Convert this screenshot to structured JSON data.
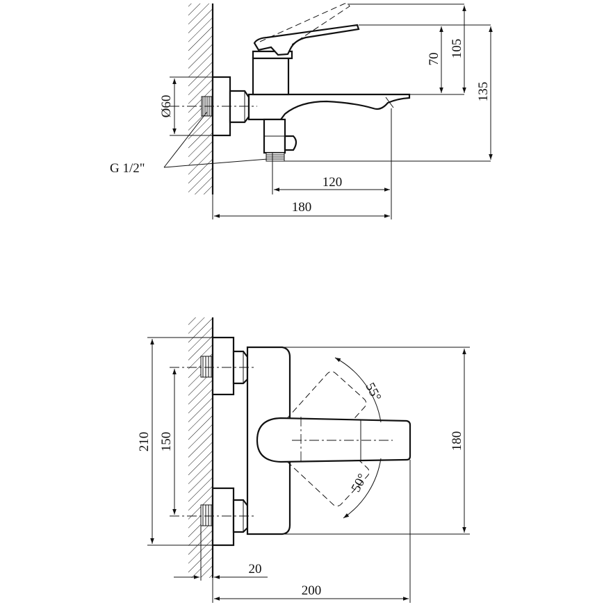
{
  "side_view": {
    "diameter_label": "Ø60",
    "thread_label": "G 1/2\"",
    "dim_height_70": "70",
    "dim_height_105": "105",
    "dim_height_135": "135",
    "dim_length_120": "120",
    "dim_length_180": "180"
  },
  "top_view": {
    "dim_width_210": "210",
    "dim_width_150": "150",
    "dim_width_180": "180",
    "dim_offset_20": "20",
    "dim_length_200": "200",
    "angle_up": "55°",
    "angle_down": "50°"
  },
  "colors": {
    "line": "#111111",
    "background": "#ffffff"
  }
}
